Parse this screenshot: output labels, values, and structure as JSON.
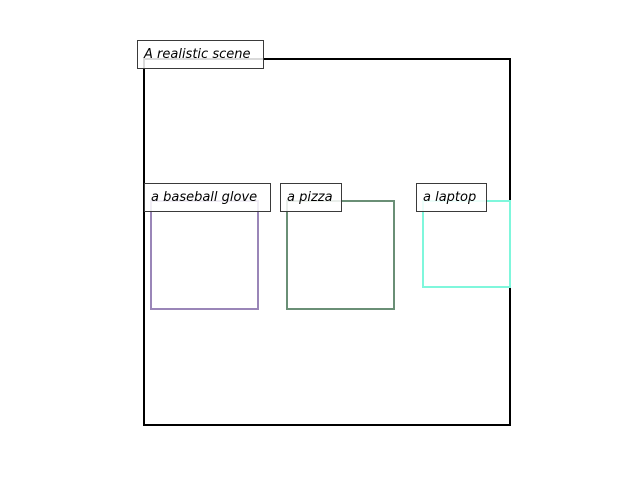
{
  "scene": {
    "caption": "A realistic scene",
    "border_color": "#000000"
  },
  "objects": [
    {
      "label": "a baseball glove",
      "color": "#9a86b8"
    },
    {
      "label": "a pizza",
      "color": "#6a8f76"
    },
    {
      "label": "a laptop",
      "color": "#7ff7dc"
    }
  ]
}
